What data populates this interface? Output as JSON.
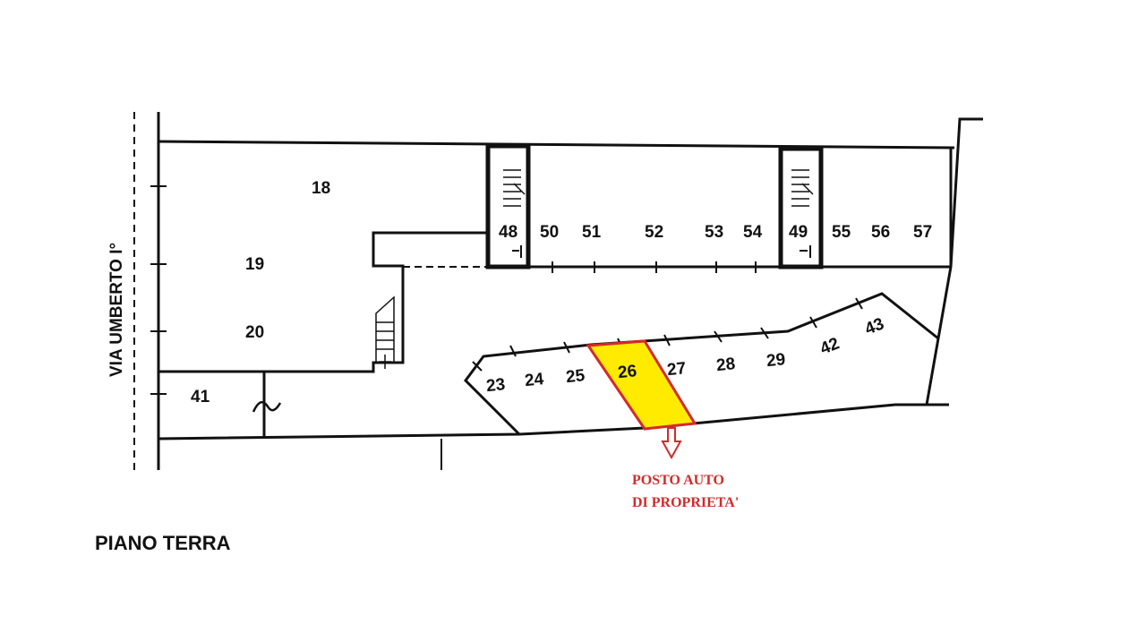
{
  "street_label": "VIA UMBERTO I°",
  "floor_label": "PIANO TERRA",
  "rooms": {
    "r18": "18",
    "r19": "19",
    "r20": "20",
    "r41": "41",
    "r48": "48",
    "r49": "49",
    "r50": "50",
    "r51": "51",
    "r52": "52",
    "r53": "53",
    "r54": "54",
    "r55": "55",
    "r56": "56",
    "r57": "57"
  },
  "parking": [
    "23",
    "24",
    "25",
    "26",
    "27",
    "28",
    "29",
    "42",
    "43"
  ],
  "highlight": {
    "space": "26",
    "label_line1": "POSTO AUTO",
    "label_line2": "DI PROPRIETA'",
    "fill_color": "#ffeb00",
    "stroke_color": "#d42a2a"
  }
}
